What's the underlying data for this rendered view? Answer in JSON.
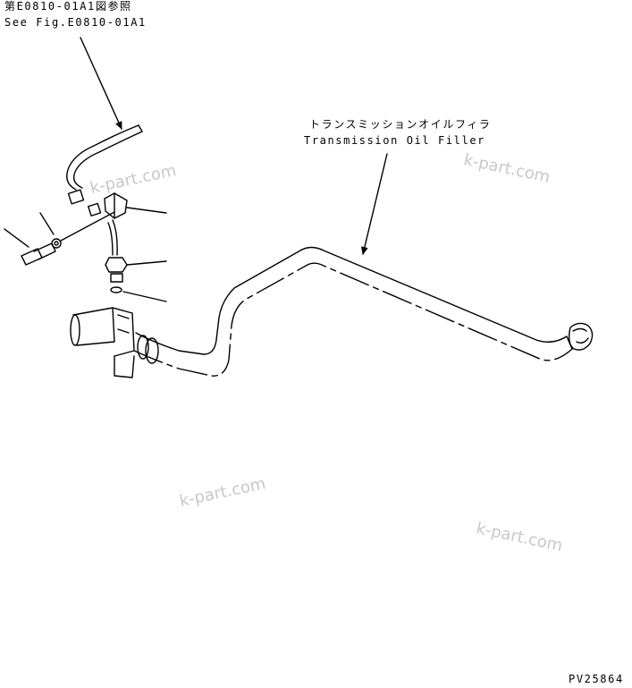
{
  "reference": {
    "jp": "第E0810-01A1図参照",
    "en": "See Fig.E0810-01A1"
  },
  "component": {
    "jp": "トランスミッションオイルフィラ",
    "en": "Transmission Oil Filler"
  },
  "watermark": "k-part.com",
  "drawing_number": "PV25864",
  "colors": {
    "line": "#000000",
    "watermark": "#c8c8c8"
  }
}
